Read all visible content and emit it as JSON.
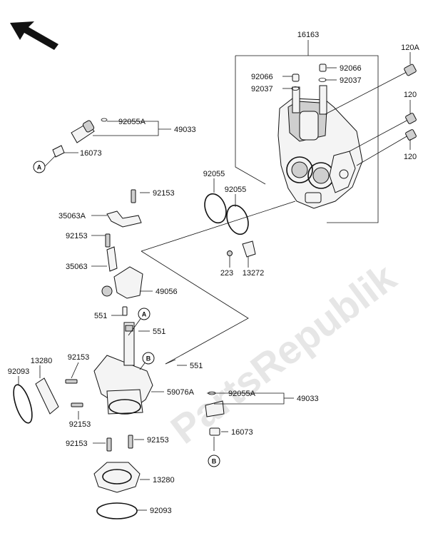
{
  "watermark": "PartsRepublik",
  "callouts": {
    "a": "A",
    "b": "B"
  },
  "labels": {
    "p16163": "16163",
    "p120A": "120A",
    "p92066_left": "92066",
    "p92066_right": "92066",
    "p92037_left": "92037",
    "p92037_right": "92037",
    "p120_upper": "120",
    "p120_lower": "120",
    "p92055A_top": "92055A",
    "p49033_top": "49033",
    "p16073_top": "16073",
    "p92055_left": "92055",
    "p92055_right": "92055",
    "p92153_a": "92153",
    "p35063A": "35063A",
    "p92153_b": "92153",
    "p35063": "35063",
    "p223": "223",
    "p13272": "13272",
    "p49056": "49056",
    "p551_a": "551",
    "p551_b": "551",
    "p551_c": "551",
    "p13280_left": "13280",
    "p92153_c": "92153",
    "p92093_left": "92093",
    "p59076A": "59076A",
    "p92153_d": "92153",
    "p92055A_bottom": "92055A",
    "p49033_bottom": "49033",
    "p16073_bottom": "16073",
    "p92153_e": "92153",
    "p92153_f": "92153",
    "p13280_bottom": "13280",
    "p92093_bottom": "92093"
  }
}
